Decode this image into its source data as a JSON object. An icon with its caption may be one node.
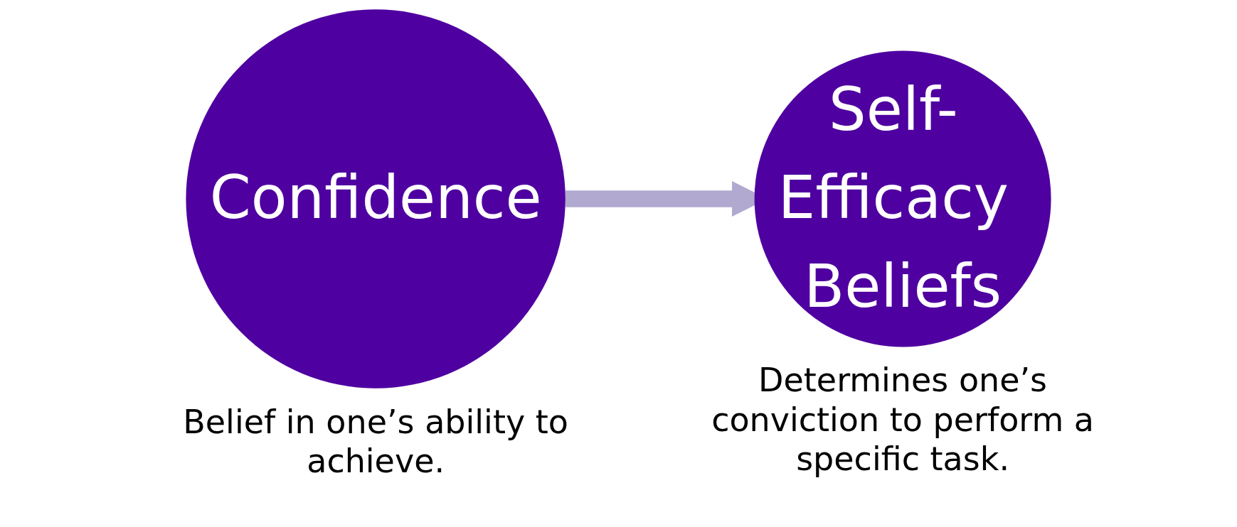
{
  "diagram": {
    "nodes": [
      {
        "text": [
          "Confidence"
        ],
        "beside": [
          "Belief in one’s ability to achieve."
        ]
      },
      {
        "text": [
          "Self- Efficacy Beliefs"
        ],
        "beside": [
          "Determines one’s conviction to perform a specific task."
        ]
      }
    ],
    "edges": [
      {
        "from": 0,
        "to": 1,
        "arrow": "to",
        "color": "#b1a9cf"
      }
    ]
  }
}
